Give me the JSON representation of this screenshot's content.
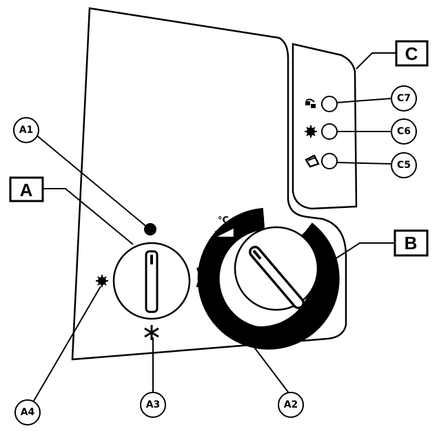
{
  "labels": {
    "a": "A",
    "b": "B",
    "c": "C",
    "a1": "A1",
    "a2": "A2",
    "a3": "A3",
    "a4": "A4",
    "c5": "C5",
    "c6": "C6",
    "c7": "C7"
  },
  "dial_b_symbol": "°C",
  "icons": {
    "a2": "fan-icon",
    "a3": "snowflake-icon",
    "a4": "sun-icon",
    "c5": "defrost-icon",
    "c6": "sun-icon",
    "c7": "recirculation-icon",
    "b": "temperature-wedge-icon"
  }
}
